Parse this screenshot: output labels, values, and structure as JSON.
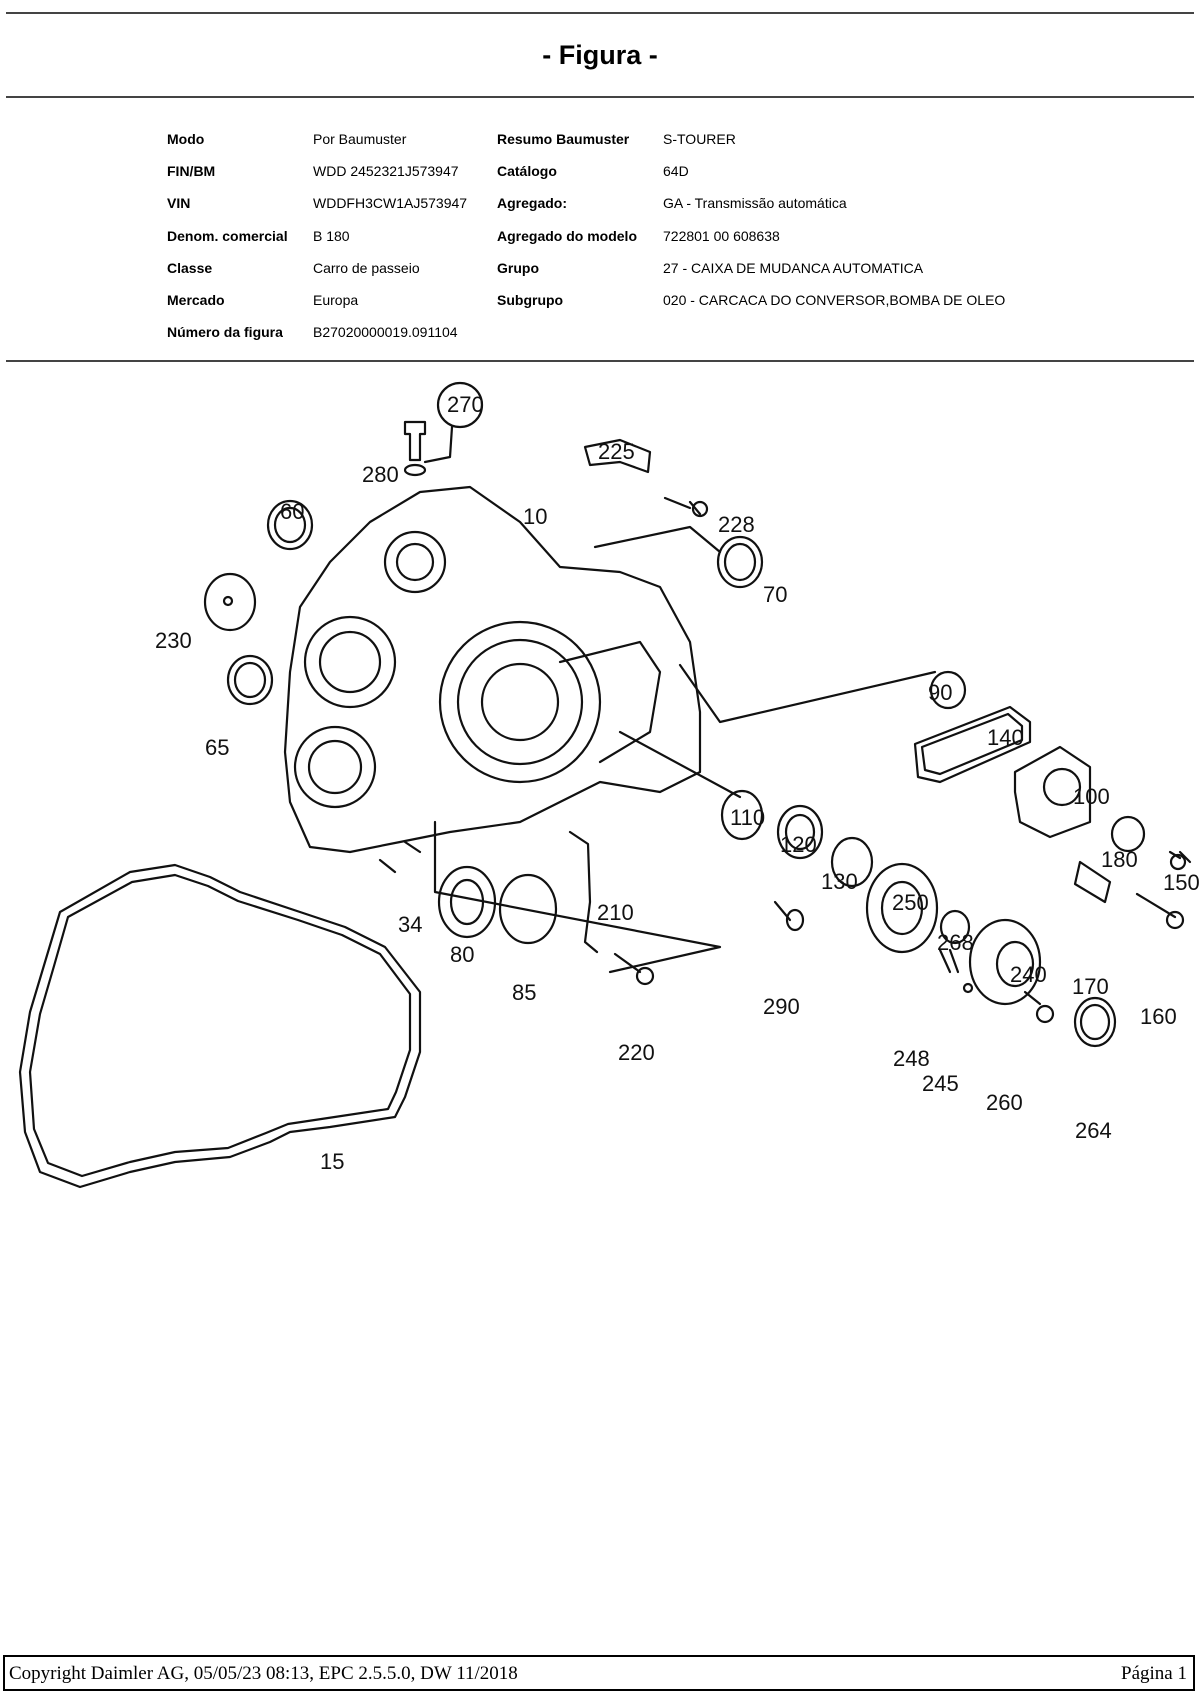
{
  "header": {
    "title": "- Figura -"
  },
  "info": {
    "rows": [
      {
        "label_left": "Modo",
        "value_left": "Por Baumuster",
        "label_right": "Resumo Baumuster",
        "value_right": "S-TOURER"
      },
      {
        "label_left": "FIN/BM",
        "value_left": "WDD 2452321J573947",
        "label_right": "Catálogo",
        "value_right": "64D"
      },
      {
        "label_left": "VIN",
        "value_left": "WDDFH3CW1AJ573947",
        "label_right": "Agregado:",
        "value_right": "GA - Transmissão automática"
      },
      {
        "label_left": "Denom. comercial",
        "value_left": "B 180",
        "label_right": "Agregado do modelo",
        "value_right": "722801 00 608638"
      },
      {
        "label_left": "Classe",
        "value_left": "Carro de passeio",
        "label_right": "Grupo",
        "value_right": "27 - CAIXA DE MUDANCA AUTOMATICA"
      },
      {
        "label_left": "Mercado",
        "value_left": "Europa",
        "label_right": "Subgrupo",
        "value_right": "020 - CARCACA DO CONVERSOR,BOMBA DE OLEO"
      },
      {
        "label_left": "Número da figura",
        "value_left": "B27020000019.091104",
        "label_right": "",
        "value_right": ""
      }
    ]
  },
  "figure": {
    "callouts": [
      "270",
      "280",
      "225",
      "228",
      "10",
      "60",
      "70",
      "230",
      "90",
      "65",
      "140",
      "100",
      "110",
      "120",
      "180",
      "150",
      "130",
      "250",
      "210",
      "34",
      "80",
      "268",
      "240",
      "170",
      "85",
      "290",
      "160",
      "220",
      "248",
      "245",
      "260",
      "264",
      "15"
    ]
  },
  "footer": {
    "copyright": "Copyright Daimler AG, 05/05/23 08:13, EPC 2.5.5.0, DW 11/2018",
    "page": "Página 1"
  }
}
